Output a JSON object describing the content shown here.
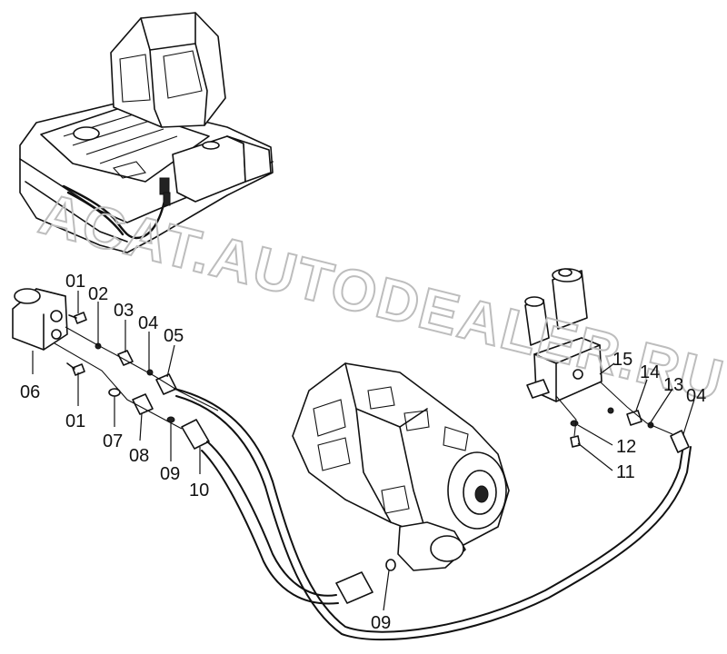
{
  "watermark": "ACAT.AUTODEALER.RU",
  "callouts": [
    {
      "id": "c-01a",
      "text": "01"
    },
    {
      "id": "c-01b",
      "text": "01"
    },
    {
      "id": "c-02",
      "text": "02"
    },
    {
      "id": "c-03",
      "text": "03"
    },
    {
      "id": "c-04a",
      "text": "04"
    },
    {
      "id": "c-04b",
      "text": "04"
    },
    {
      "id": "c-05",
      "text": "05"
    },
    {
      "id": "c-06",
      "text": "06"
    },
    {
      "id": "c-07",
      "text": "07"
    },
    {
      "id": "c-08",
      "text": "08"
    },
    {
      "id": "c-09a",
      "text": "09"
    },
    {
      "id": "c-09b",
      "text": "09"
    },
    {
      "id": "c-10",
      "text": "10"
    },
    {
      "id": "c-11",
      "text": "11"
    },
    {
      "id": "c-12",
      "text": "12"
    },
    {
      "id": "c-13",
      "text": "13"
    },
    {
      "id": "c-14",
      "text": "14"
    },
    {
      "id": "c-15",
      "text": "15"
    }
  ]
}
